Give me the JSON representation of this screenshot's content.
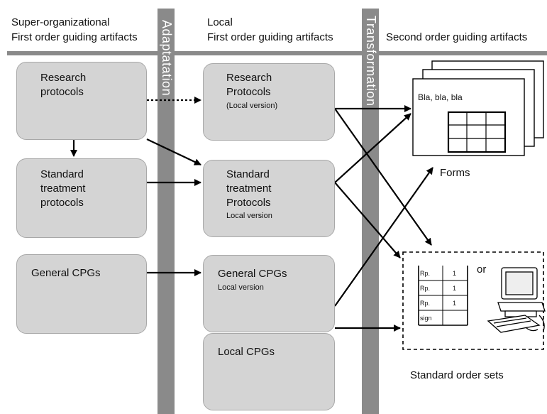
{
  "headers": {
    "col1_line1": "Super-organizational",
    "col1_line2": "First order guiding artifacts",
    "col2_line1": "Local",
    "col2_line2": "First order guiding artifacts",
    "col3_line1": "Second order guiding artifacts"
  },
  "bars": {
    "adaptation": "Adaptatation",
    "transformation": "Transformation"
  },
  "left_boxes": {
    "research_line1": "Research",
    "research_line2": "protocols",
    "standard_line1": "Standard",
    "standard_line2": "treatment",
    "standard_line3": "protocols",
    "general": "General CPGs"
  },
  "mid_boxes": {
    "research_line1": "Research",
    "research_line2": "Protocols",
    "research_sub": "(Local version)",
    "standard_line1": "Standard",
    "standard_line2": "treatment",
    "standard_line3": "Protocols",
    "standard_sub": "Local version",
    "general": "General CPGs",
    "general_sub": "Local version",
    "local": "Local CPGs"
  },
  "forms": {
    "text": "Bla, bla, bla",
    "caption": "Forms"
  },
  "order_sets": {
    "rows": [
      {
        "label": "Rp.",
        "value": "1"
      },
      {
        "label": "Rp.",
        "value": "1"
      },
      {
        "label": "Rp.",
        "value": "1"
      },
      {
        "label": "sign",
        "value": ""
      }
    ],
    "or_text": "or",
    "caption": "Standard order sets"
  },
  "colors": {
    "box_fill": "#d4d4d4",
    "bar": "#8a8a8a",
    "line": "#000000"
  },
  "icons": [
    "computer-icon"
  ]
}
